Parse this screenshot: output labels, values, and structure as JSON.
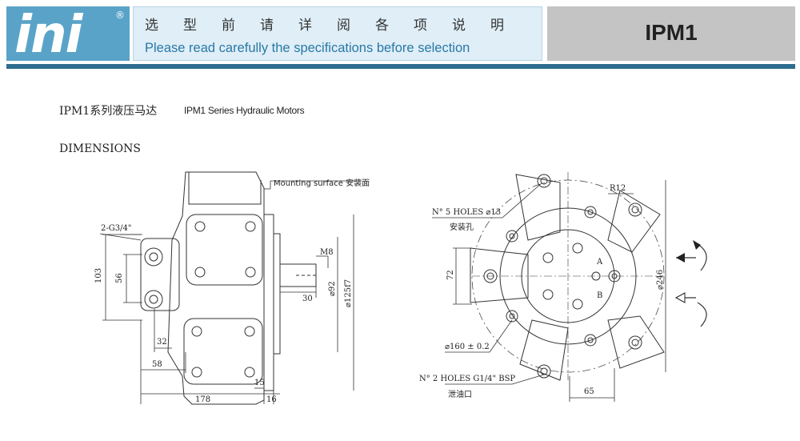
{
  "header": {
    "logo": "ini",
    "logo_mark": "®",
    "banner_cn": "选型前请详阅各项说明",
    "banner_en": "Please read carefully the specifications before selection",
    "model": "IPM1"
  },
  "section": {
    "title_cn": "IPM1系列液压马达",
    "title_en": "IPM1 Series Hydraulic Motors",
    "dimensions_label": "DIMENSIONS"
  },
  "side_view": {
    "mounting_surface": "Mounting surface 安装面",
    "port": "2-G3/4\"",
    "dim_103": "103",
    "dim_56": "56",
    "dim_32": "32",
    "dim_58": "58",
    "dim_178": "178",
    "dim_15": "15",
    "dim_16": "16",
    "dim_30": "30",
    "dim_m8": "M8",
    "dim_92": "⌀92",
    "dim_125": "⌀125f7"
  },
  "front_view": {
    "holes_label": "N° 5 HOLES ⌀13",
    "holes_cn": "安装孔",
    "r12": "R12",
    "port_a": "A",
    "port_b": "B",
    "dim_72": "72",
    "dim_246": "⌀246",
    "dim_160": "⌀160 ± 0.2",
    "drain_label": "N° 2 HOLES G1/4\" BSP",
    "drain_cn": "泄油口",
    "dim_65": "65"
  }
}
